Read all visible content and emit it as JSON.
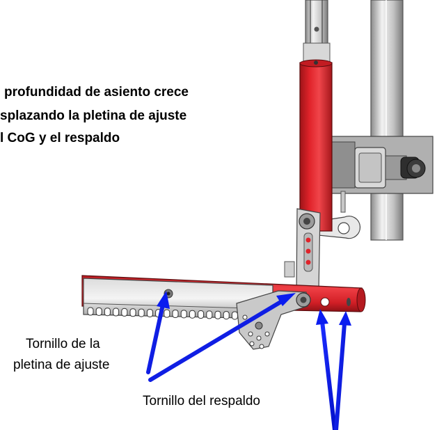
{
  "caption": {
    "line1": "profundidad de asiento crece",
    "line2": "splazando la pletina de ajuste",
    "line3": "l CoG y el respaldo"
  },
  "labels": {
    "plate_screw_line1": "Tornillo de la",
    "plate_screw_line2": "pletina de ajuste",
    "backrest_screw": "Tornillo del respaldo"
  },
  "colors": {
    "tube_red": "#e0232a",
    "tube_dark_red": "#9e1418",
    "metal_light": "#e6e6e6",
    "metal_mid": "#b8b8b8",
    "metal_dark": "#6f6f6f",
    "arrow_blue": "#0a1cf0"
  },
  "arrow_icon": "arrow-icon"
}
